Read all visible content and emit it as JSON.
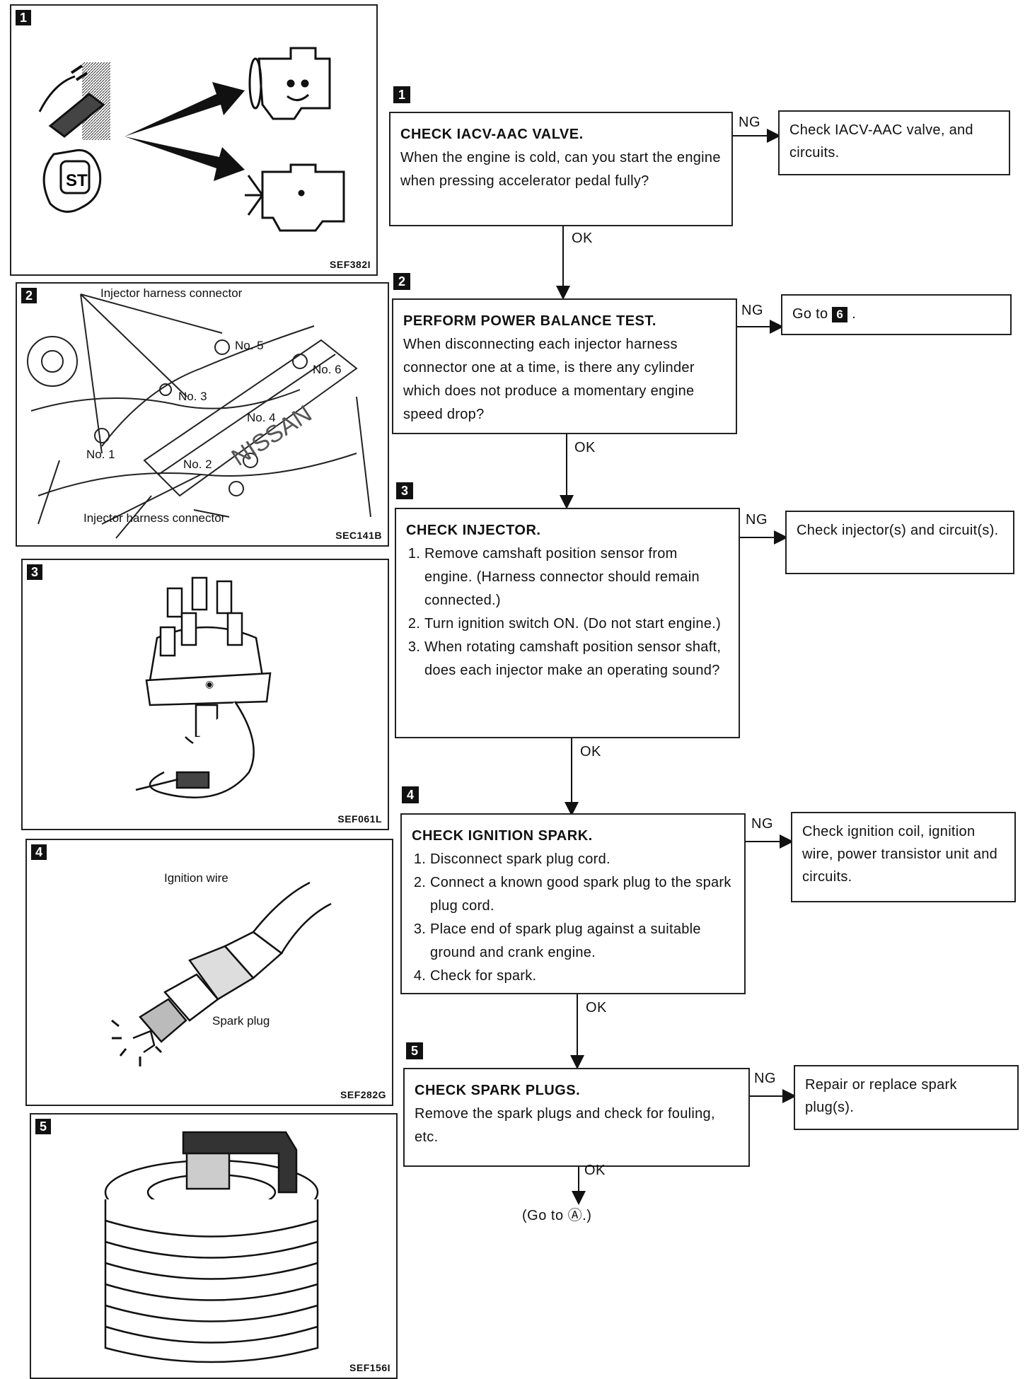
{
  "panels": [
    {
      "num": "1",
      "code": "SEF382I"
    },
    {
      "num": "2",
      "code": "SEC141B",
      "labels": {
        "top": "Injector harness connector",
        "bottom": "Injector harness connector",
        "no1": "No. 1",
        "no2": "No. 2",
        "no3": "No. 3",
        "no4": "No. 4",
        "no5": "No. 5",
        "no6": "No. 6"
      }
    },
    {
      "num": "3",
      "code": "SEF061L"
    },
    {
      "num": "4",
      "code": "SEF282G",
      "labels": {
        "wire": "Ignition wire",
        "plug": "Spark plug"
      }
    },
    {
      "num": "5",
      "code": "SEF156I"
    }
  ],
  "icon_names": [
    "key-st-icon",
    "engine-icon",
    "pedal-icon",
    "distributor-icon",
    "spark-plug-icon"
  ],
  "steps": [
    {
      "num": "1",
      "title": "CHECK IACV-AAC VALVE.",
      "body": "When the engine is cold, can you start the engine when pressing accelerator pedal fully?",
      "ng_label": "NG",
      "ok_label": "OK",
      "ng_text": "Check IACV-AAC valve, and circuits."
    },
    {
      "num": "2",
      "title": "PERFORM POWER BALANCE TEST.",
      "body": "When disconnecting each injector harness connector one at a time, is there any cylinder which does not produce a momentary engine speed drop?",
      "ng_label": "NG",
      "ok_label": "OK",
      "ng_text_prefix": "Go to",
      "ng_text_ref": "6",
      "ng_text_suffix": "."
    },
    {
      "num": "3",
      "title": "CHECK INJECTOR.",
      "items": [
        "Remove camshaft position sensor from engine. (Harness connector should remain connected.)",
        "Turn ignition switch ON. (Do not start engine.)",
        "When rotating camshaft position sensor shaft, does each injector make an operating sound?"
      ],
      "ng_label": "NG",
      "ok_label": "OK",
      "ng_text": "Check injector(s) and circuit(s)."
    },
    {
      "num": "4",
      "title": "CHECK IGNITION SPARK.",
      "items": [
        "Disconnect spark plug cord.",
        "Connect a known good spark plug to the spark plug cord.",
        "Place end of spark plug against a suitable ground and crank engine.",
        "Check for spark."
      ],
      "ng_label": "NG",
      "ok_label": "OK",
      "ng_text": "Check ignition coil, ignition wire, power transistor unit and circuits."
    },
    {
      "num": "5",
      "title": "CHECK SPARK PLUGS.",
      "body": "Remove the spark plugs and check for fouling, etc.",
      "ng_label": "NG",
      "ok_label": "OK",
      "ng_text": "Repair or replace spark plug(s)."
    }
  ],
  "end": {
    "text": "(Go to Ⓐ.)"
  }
}
